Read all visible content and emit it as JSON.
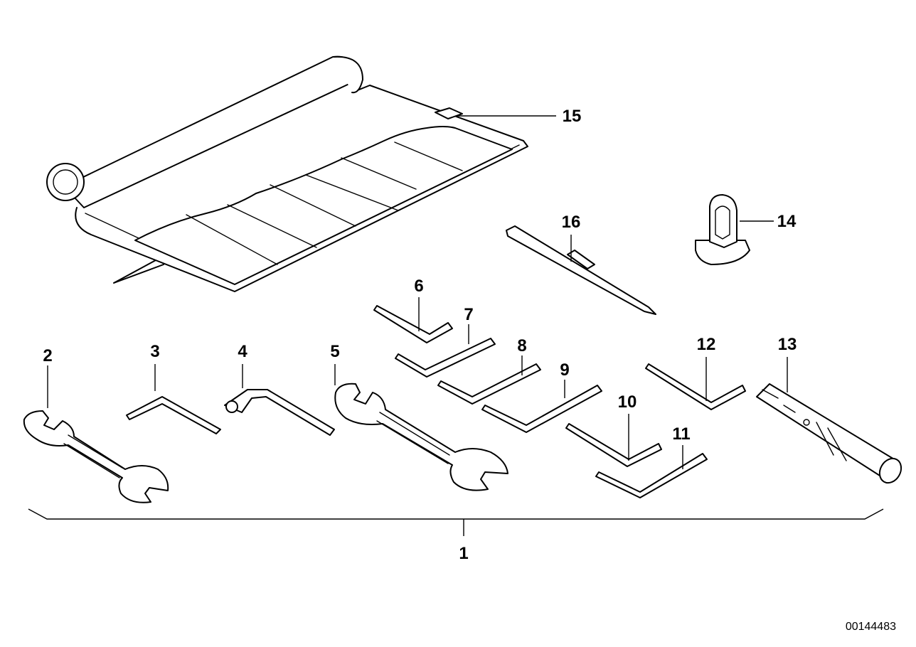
{
  "diagram": {
    "id": "00144483",
    "callouts": [
      {
        "key": "c1",
        "label": "1"
      },
      {
        "key": "c2",
        "label": "2"
      },
      {
        "key": "c3",
        "label": "3"
      },
      {
        "key": "c4",
        "label": "4"
      },
      {
        "key": "c5",
        "label": "5"
      },
      {
        "key": "c6",
        "label": "6"
      },
      {
        "key": "c7",
        "label": "7"
      },
      {
        "key": "c8",
        "label": "8"
      },
      {
        "key": "c9",
        "label": "9"
      },
      {
        "key": "c10",
        "label": "10"
      },
      {
        "key": "c11",
        "label": "11"
      },
      {
        "key": "c12",
        "label": "12"
      },
      {
        "key": "c13",
        "label": "13"
      },
      {
        "key": "c14",
        "label": "14"
      },
      {
        "key": "c15",
        "label": "15"
      },
      {
        "key": "c16",
        "label": "16"
      }
    ]
  }
}
